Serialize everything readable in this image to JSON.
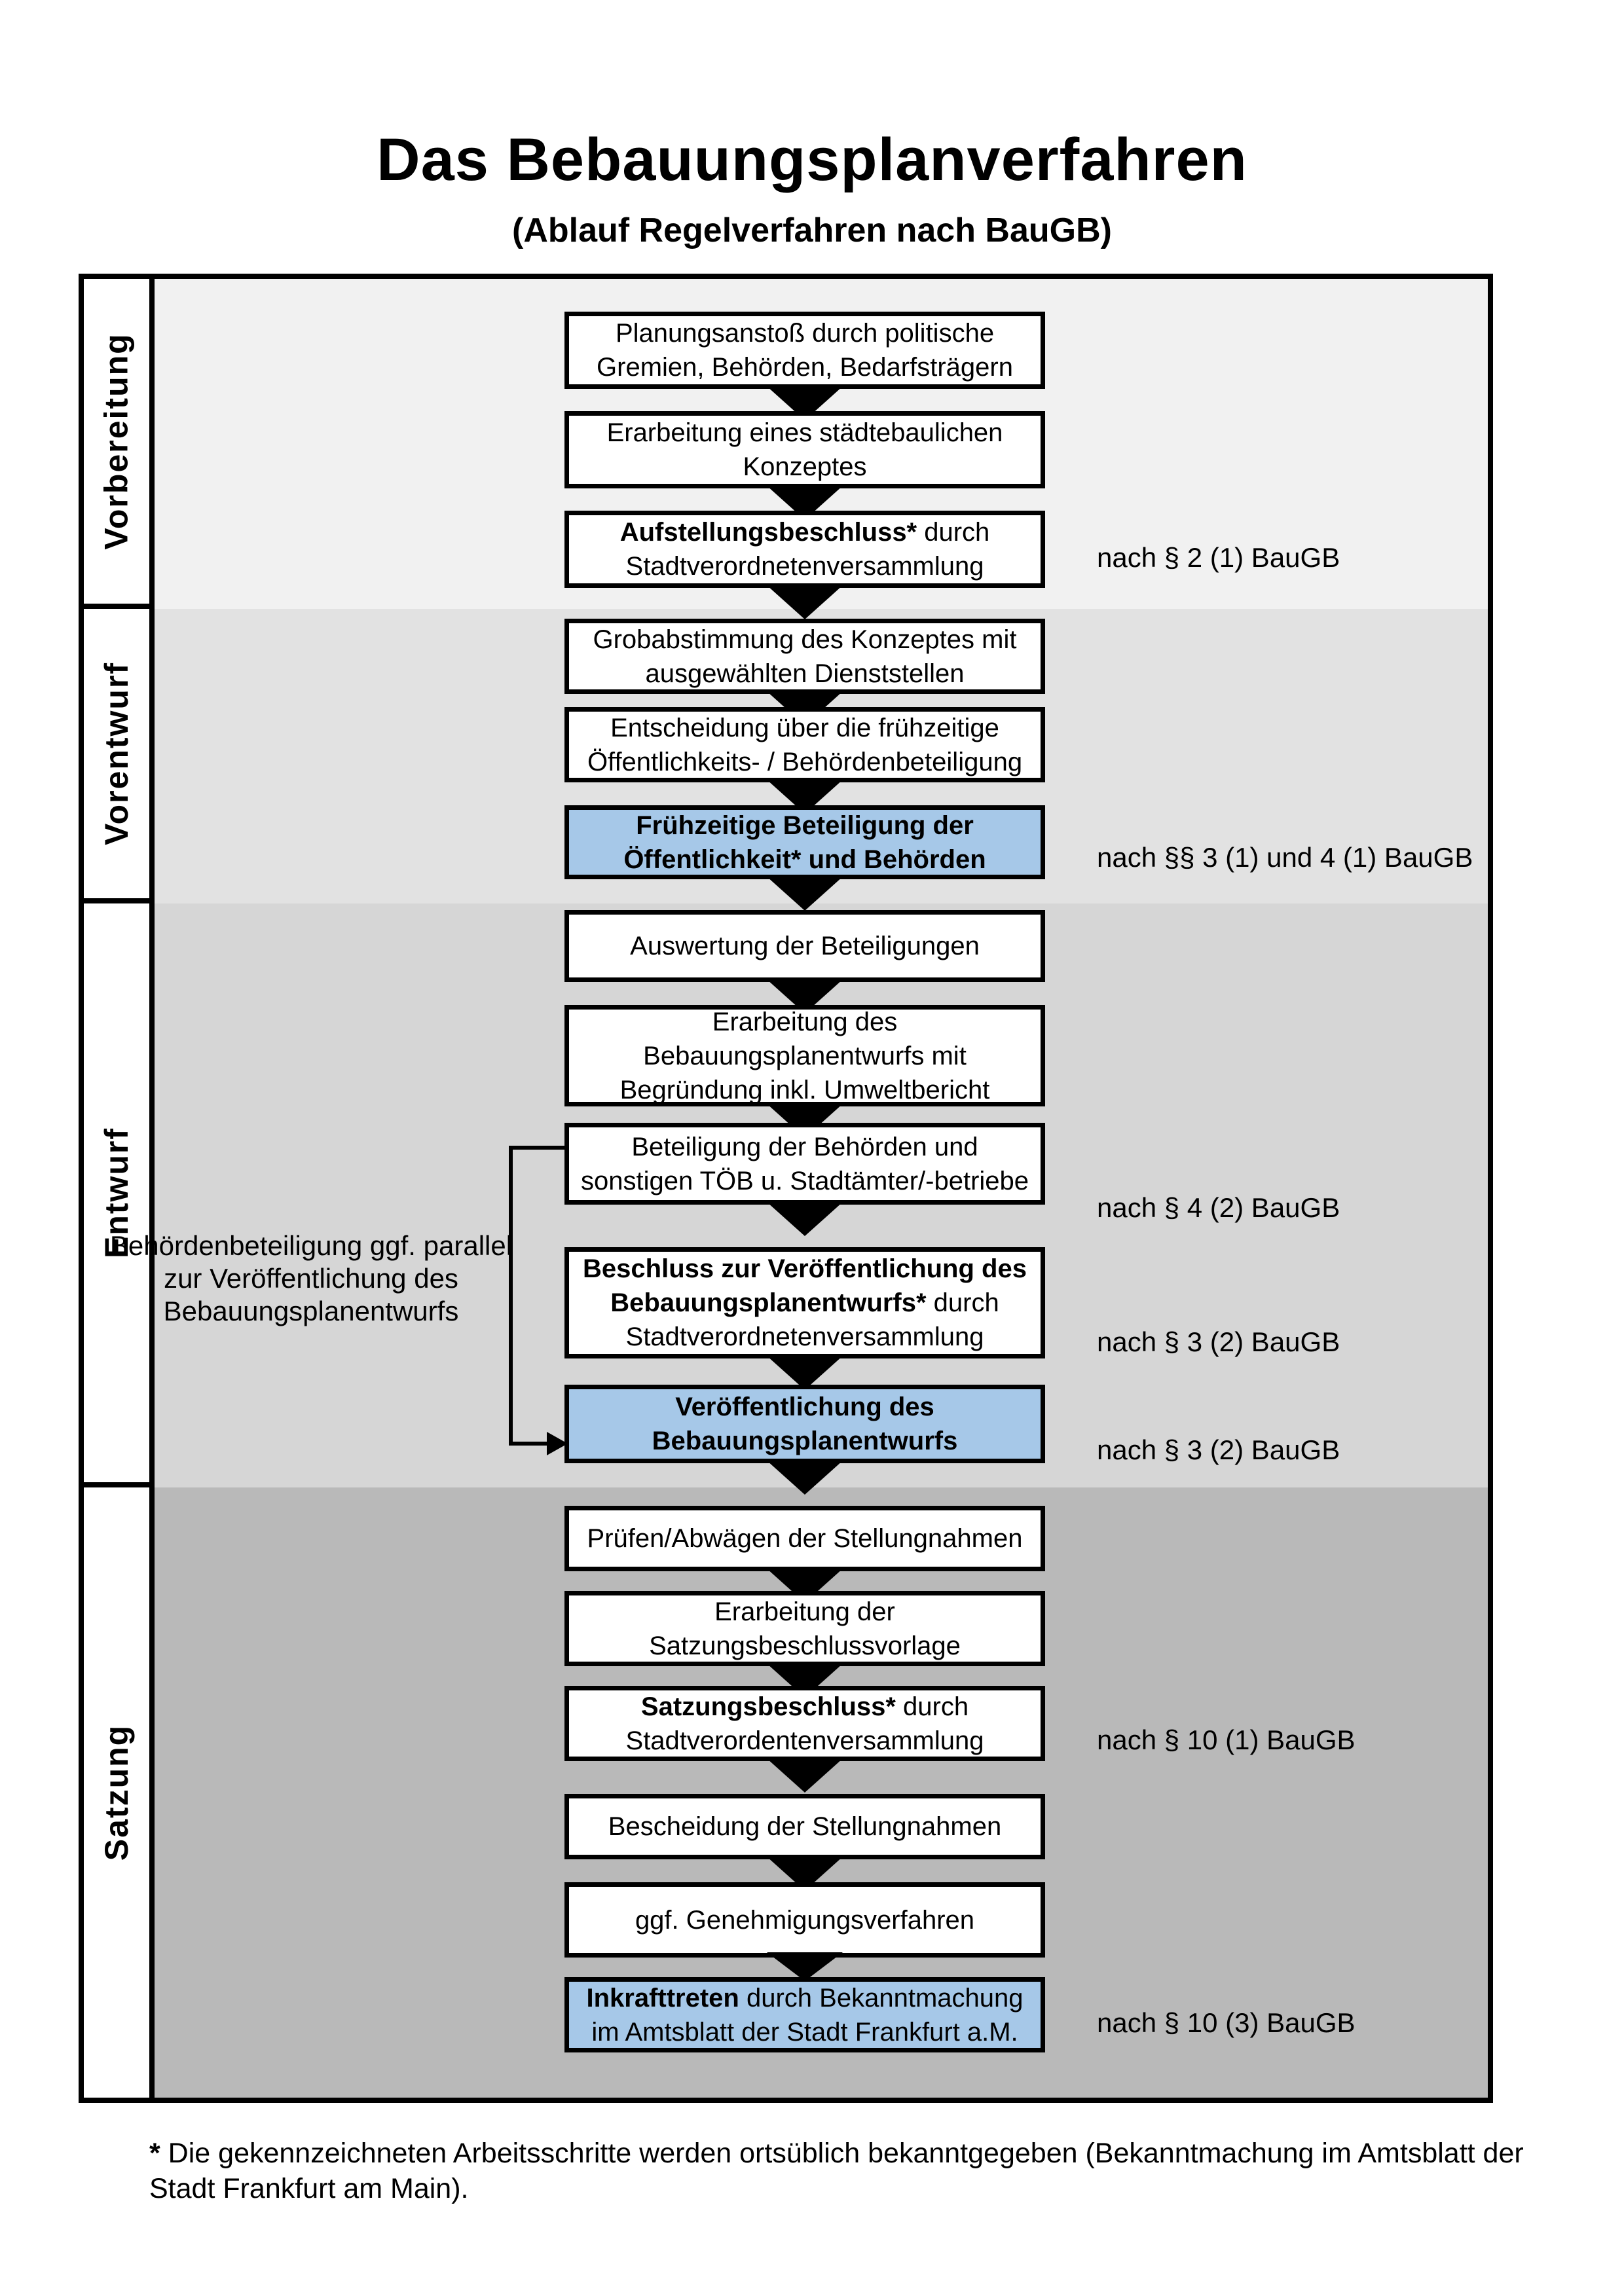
{
  "title": "Das Bebauungsplanverfahren",
  "subtitle": "(Ablauf Regelverfahren nach BauGB)",
  "sections": [
    {
      "label": "Vorbereitung"
    },
    {
      "label": "Vorentwurf"
    },
    {
      "label": "Entwurf"
    },
    {
      "label": "Satzung"
    }
  ],
  "flow": {
    "boxes": [
      {
        "bold": "",
        "text": "Planungsanstoß durch politische Gremien, Behörden, Bedarfsträgern",
        "highlight": false
      },
      {
        "bold": "",
        "text": "Erarbeitung eines städtebaulichen Konzeptes",
        "highlight": false
      },
      {
        "bold": "Aufstellungsbeschluss*",
        "text": " durch Stadtverordnetenversammlung",
        "highlight": false
      },
      {
        "bold": "",
        "text": "Grobabstimmung des Konzeptes mit ausgewählten Dienststellen",
        "highlight": false
      },
      {
        "bold": "",
        "text": "Entscheidung über die frühzeitige Öffentlichkeits- / Behördenbeteiligung",
        "highlight": false
      },
      {
        "bold": "Frühzeitige Beteiligung der Öffentlichkeit* und Behörden",
        "text": "",
        "highlight": true
      },
      {
        "bold": "",
        "text": "Auswertung der Beteiligungen",
        "highlight": false
      },
      {
        "bold": "",
        "text": "Erarbeitung des Bebauungsplanentwurfs mit Begründung inkl. Umweltbericht",
        "highlight": false
      },
      {
        "bold": "",
        "text": "Beteiligung der Behörden und sonstigen TÖB u. Stadtämter/-betriebe",
        "highlight": false
      },
      {
        "bold": "Beschluss zur Veröffentlichung des Bebauungsplanentwurfs*",
        "text": " durch Stadtverordnetenversammlung",
        "highlight": false
      },
      {
        "bold": "Veröffentlichung des Bebauungsplanentwurfs",
        "text": "",
        "highlight": true
      },
      {
        "bold": "",
        "text": "Prüfen/Abwägen der Stellungnahmen",
        "highlight": false
      },
      {
        "bold": "",
        "text": "Erarbeitung der Satzungsbeschlussvorlage",
        "highlight": false
      },
      {
        "bold": "Satzungsbeschluss*",
        "text": " durch Stadtverordentenversammlung",
        "highlight": false
      },
      {
        "bold": "",
        "text": "Bescheidung der Stellungnahmen",
        "highlight": false
      },
      {
        "bold": "",
        "text": "ggf. Genehmigungsverfahren",
        "highlight": false
      },
      {
        "bold": "Inkrafttreten",
        "text": " durch Bekanntmachung im Amtsblatt der Stadt Frankfurt a.M.",
        "highlight": true
      }
    ]
  },
  "annotations": [
    {
      "text": "nach § 2 (1) BauGB"
    },
    {
      "text": "nach §§ 3 (1) und 4 (1) BauGB"
    },
    {
      "text": "nach § 4 (2) BauGB"
    },
    {
      "text": "nach § 3 (2) BauGB"
    },
    {
      "text": "nach § 3 (2) BauGB"
    },
    {
      "text": "nach § 10 (1) BauGB"
    },
    {
      "text": "nach § 10 (3) BauGB"
    }
  ],
  "side_note": "Behördenbeteiligung ggf. parallel zur Veröffentlichung des Bebauungsplanentwurfs",
  "footnote": {
    "marker": "*",
    "text": " Die gekennzeichneten Arbeitsschritte werden ortsüblich bekanntgegeben (Bekanntmachung im Amtsblatt  der Stadt Frankfurt am Main)."
  },
  "colors": {
    "highlight_blue": "#A6C8E8",
    "section_bg": [
      "#F1F1F1",
      "#E2E2E2",
      "#D6D6D6",
      "#B9B9B9"
    ]
  }
}
